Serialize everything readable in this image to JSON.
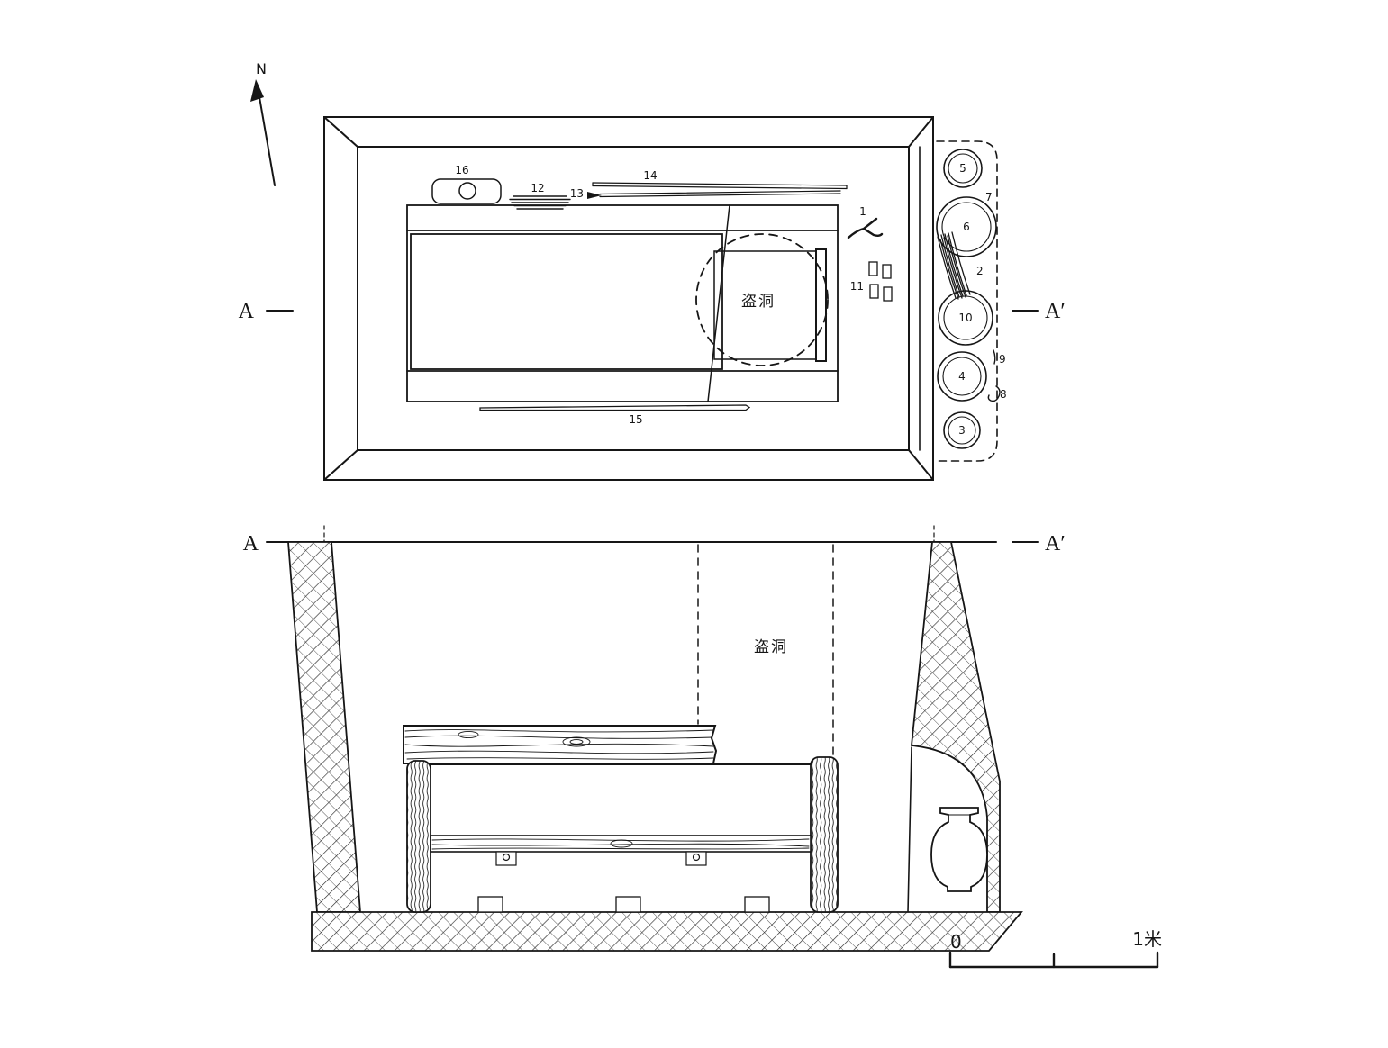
{
  "compass": {
    "label": "N"
  },
  "plan": {
    "section_label_left": "A",
    "section_label_right": "A′",
    "robber_hole_label": "盗洞",
    "artifact_labels": {
      "a1": "1",
      "a2": "2",
      "a3": "3",
      "a4": "4",
      "a5": "5",
      "a6": "6",
      "a7": "7",
      "a8": "8",
      "a9": "9",
      "a10": "10",
      "a11": "11",
      "a12": "12",
      "a13": "13",
      "a14": "14",
      "a15": "15",
      "a16": "16"
    }
  },
  "section": {
    "section_label_left": "A",
    "section_label_right": "A′",
    "robber_hole_label": "盗洞",
    "scale_zero": "0",
    "scale_max": "1米"
  }
}
